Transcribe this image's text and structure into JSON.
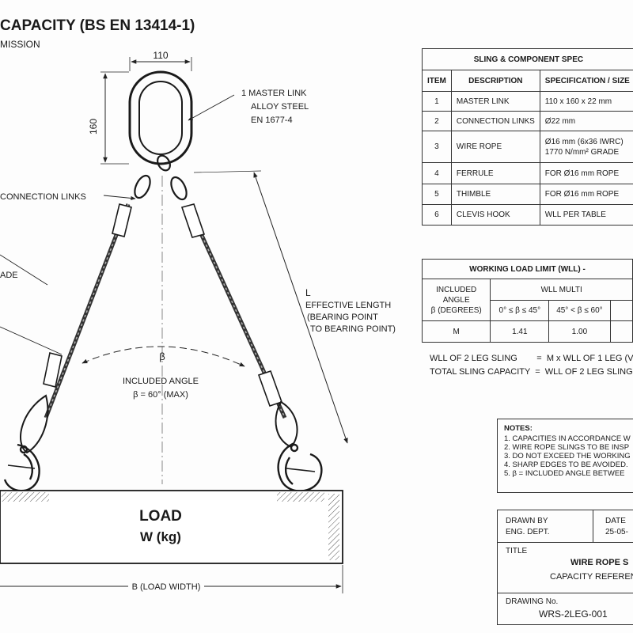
{
  "header": {
    "title": "CAPACITY (BS EN 13414-1)",
    "subtitle": "MISSION"
  },
  "drawing": {
    "dim_width": "110",
    "dim_height": "160",
    "master_link": [
      "1  MASTER LINK",
      "ALLOY STEEL",
      "EN 1677-4"
    ],
    "connection_links": "CONNECTION LINKS",
    "grade_fragment": "ADE",
    "length_label": [
      "L",
      "EFFECTIVE LENGTH",
      "(BEARING POINT",
      "TO BEARING POINT)"
    ],
    "beta": "β",
    "angle_label": [
      "INCLUDED ANGLE",
      "β = 60° (MAX)"
    ],
    "load": [
      "LOAD",
      "W (kg)"
    ],
    "load_width": "B (LOAD WIDTH)"
  },
  "component_table": {
    "title": "SLING & COMPONENT SPEC",
    "headers": [
      "ITEM",
      "DESCRIPTION",
      "SPECIFICATION / SIZE"
    ],
    "rows": [
      [
        "1",
        "MASTER LINK",
        "110 x 160 x 22 mm"
      ],
      [
        "2",
        "CONNECTION LINKS",
        "Ø22 mm"
      ],
      [
        "3",
        "WIRE ROPE",
        "Ø16 mm (6x36 IWRC)\n1770 N/mm² GRADE"
      ],
      [
        "4",
        "FERRULE",
        "FOR Ø16 mm ROPE"
      ],
      [
        "5",
        "THIMBLE",
        "FOR Ø16 mm ROPE"
      ],
      [
        "6",
        "CLEVIS HOOK",
        "WLL PER TABLE"
      ]
    ]
  },
  "wll_table": {
    "title": "WORKING LOAD LIMIT (WLL) -",
    "angle_header": "INCLUDED ANGLE\nβ (DEGREES)",
    "multi_header": "WLL MULTI",
    "ranges": [
      "0° ≤ β ≤ 45°",
      "45° < β ≤ 60°"
    ],
    "row_label": "M",
    "values": [
      "1.41",
      "1.00"
    ]
  },
  "equations": [
    "WLL OF 2 LEG SLING        =  M x WLL OF 1 LEG (V",
    "TOTAL SLING CAPACITY  =  WLL OF 2 LEG SLING"
  ],
  "notes": {
    "title": "NOTES:",
    "items": [
      "1.  CAPACITIES IN ACCORDANCE W",
      "2.  WIRE ROPE SLINGS TO BE INSP",
      "3.  DO NOT EXCEED THE WORKING",
      "4.  SHARP EDGES TO BE AVOIDED.",
      "5.  β = INCLUDED ANGLE BETWEE"
    ]
  },
  "title_block": {
    "drawn_by_label": "DRAWN BY",
    "drawn_by": "ENG. DEPT.",
    "date_label": "DATE",
    "date": "25-05-",
    "title_label": "TITLE",
    "title_1": "WIRE ROPE S",
    "title_2": "CAPACITY REFEREN",
    "drawing_no_label": "DRAWING No.",
    "drawing_no": "WRS-2LEG-001"
  }
}
